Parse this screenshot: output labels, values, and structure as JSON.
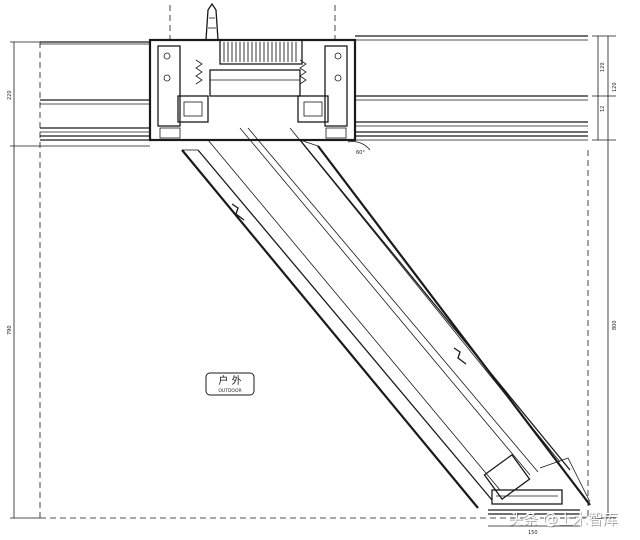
{
  "drawing": {
    "room_tag": {
      "title": "户 外",
      "subtitle": "OUTDOOR"
    },
    "dimensions": {
      "left_top": "220",
      "left_overall": "790",
      "right_top_a": "120",
      "right_top_b": "120",
      "right_small": "12",
      "right_overall": "800",
      "angle": "60°",
      "bottom_width": "150"
    }
  },
  "watermark": {
    "text": "头条 @土木智库"
  }
}
